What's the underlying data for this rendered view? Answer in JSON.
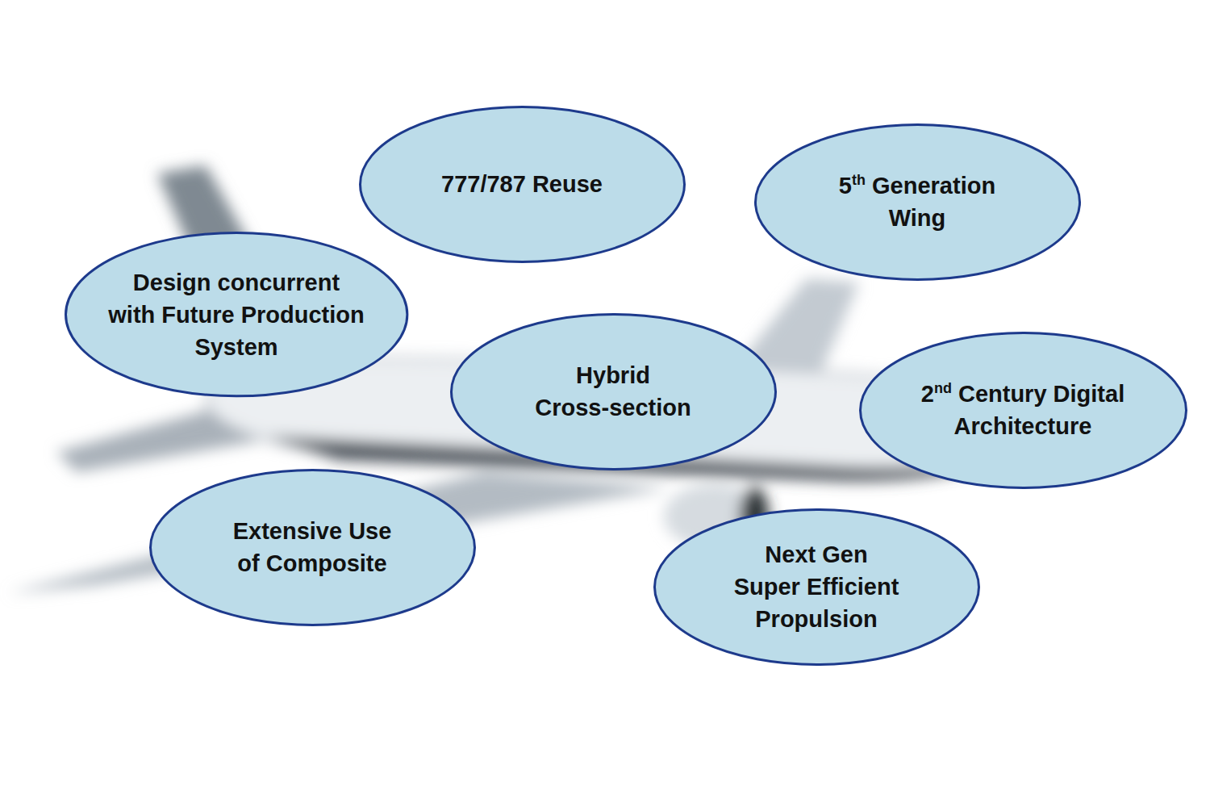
{
  "diagram": {
    "nodes": [
      {
        "text": [
          "777/787 Reuse"
        ]
      },
      {
        "text": [
          "5th Generation Wing"
        ]
      },
      {
        "text": [
          "Design concurrent with Future Production System"
        ]
      },
      {
        "text": [
          "Hybrid Cross-section"
        ]
      },
      {
        "text": [
          "2nd Century Digital Architecture"
        ]
      },
      {
        "text": [
          "Extensive Use of Composite"
        ]
      },
      {
        "text": [
          "Next Gen Super Efficient Propulsion"
        ]
      }
    ]
  }
}
